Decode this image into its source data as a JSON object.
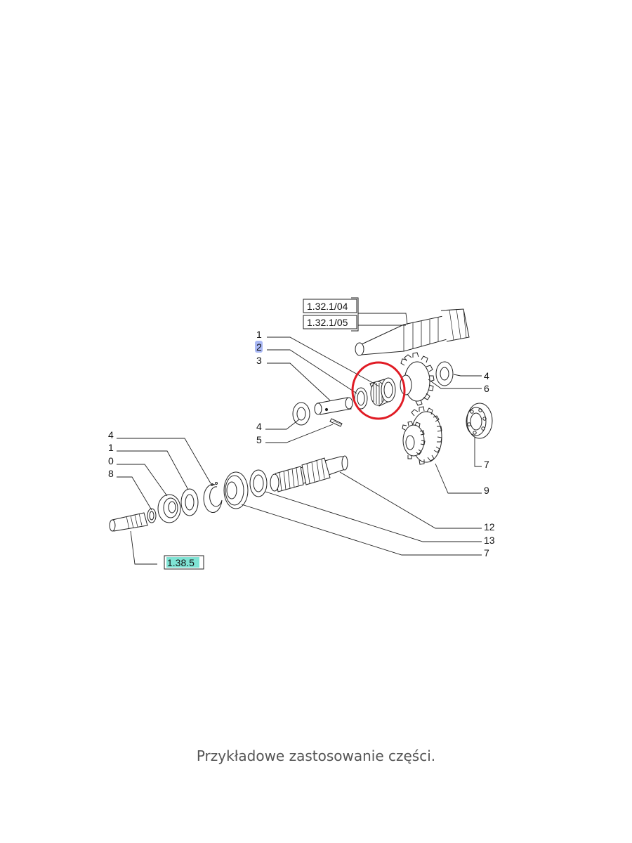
{
  "diagram": {
    "references": {
      "top_1": "1.32.1/04",
      "top_2": "1.32.1/05",
      "bottom": "1.38.5"
    },
    "callouts": {
      "c1_upper": "1",
      "c2_upper": "2",
      "c3_upper": "3",
      "c4_upper_left": "4",
      "c5_upper": "5",
      "c4_right": "4",
      "c6_right": "6",
      "c7_right": "7",
      "c9_right": "9",
      "c4_lower": "4",
      "c1_lower": "1",
      "c0_lower": "0",
      "c8_lower": "8",
      "c12": "12",
      "c13": "13",
      "c7_bottom": "7"
    },
    "highlight_color": "#e01b24",
    "callout_highlight_color": "#a9b8f5",
    "reference_highlight_color": "#7fe3d4"
  },
  "caption": "Przykładowe zastosowanie części."
}
